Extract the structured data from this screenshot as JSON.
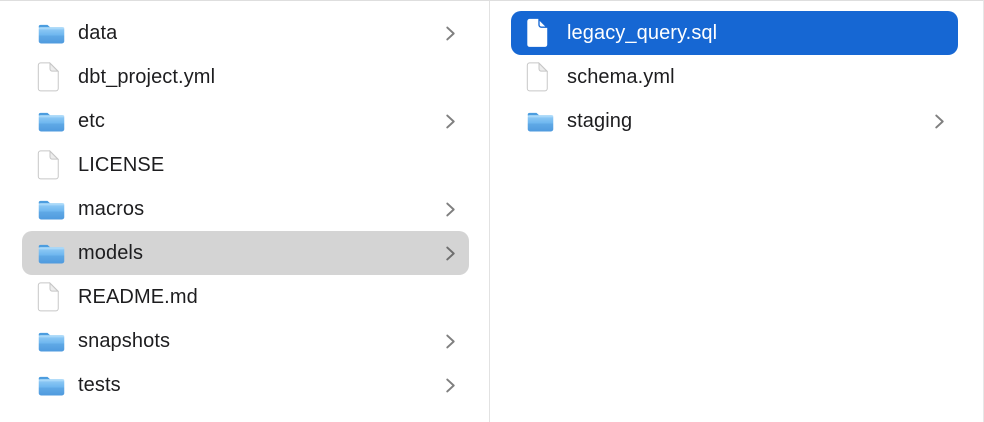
{
  "app": "finder-column-browser",
  "colors": {
    "selection_primary": "#1667d3",
    "selection_secondary": "#d4d4d4",
    "text": "#1d1d1f",
    "text_selected": "#ffffff",
    "divider": "#e2e2e2",
    "chevron": "#7f7f7f",
    "folder_blue": "#64aee7"
  },
  "columns": [
    {
      "items": [
        {
          "label": "data",
          "type": "folder",
          "has_chevron": true,
          "selected": "none"
        },
        {
          "label": "dbt_project.yml",
          "type": "file",
          "has_chevron": false,
          "selected": "none"
        },
        {
          "label": "etc",
          "type": "folder",
          "has_chevron": true,
          "selected": "none"
        },
        {
          "label": "LICENSE",
          "type": "file",
          "has_chevron": false,
          "selected": "none"
        },
        {
          "label": "macros",
          "type": "folder",
          "has_chevron": true,
          "selected": "none"
        },
        {
          "label": "models",
          "type": "folder",
          "has_chevron": true,
          "selected": "secondary"
        },
        {
          "label": "README.md",
          "type": "file",
          "has_chevron": false,
          "selected": "none"
        },
        {
          "label": "snapshots",
          "type": "folder",
          "has_chevron": true,
          "selected": "none"
        },
        {
          "label": "tests",
          "type": "folder",
          "has_chevron": true,
          "selected": "none"
        }
      ]
    },
    {
      "items": [
        {
          "label": "legacy_query.sql",
          "type": "file",
          "has_chevron": false,
          "selected": "primary"
        },
        {
          "label": "schema.yml",
          "type": "file",
          "has_chevron": false,
          "selected": "none"
        },
        {
          "label": "staging",
          "type": "folder",
          "has_chevron": true,
          "selected": "none"
        }
      ]
    }
  ]
}
